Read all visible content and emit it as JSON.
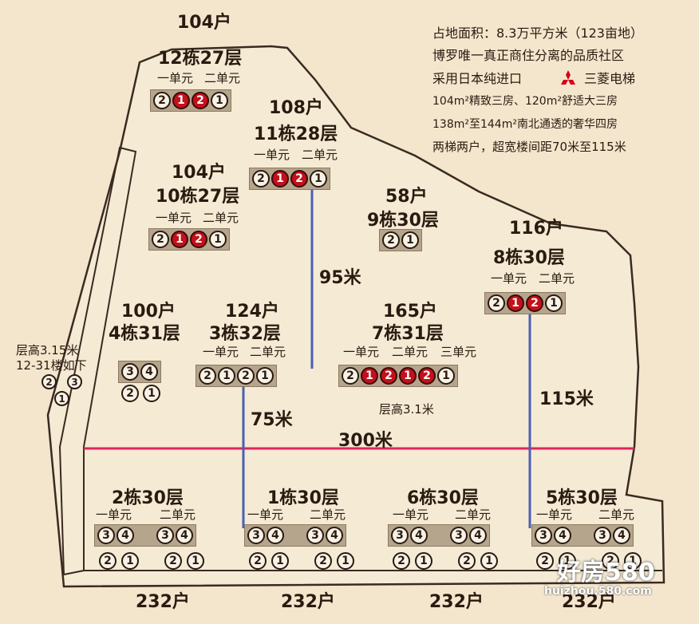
{
  "info": {
    "line1": "占地面积：8.3万平方米（123亩地）",
    "line2": "博罗唯一真正商住分离的品质社区",
    "line3a": "采用日本纯进口",
    "line3b": "三菱电梯",
    "line4": "104m²精致三房、120m²舒适大三房",
    "line5": "138m²至144m²南北通透的奢华四房",
    "line6": "两梯两户，超宽楼间距70米至115米"
  },
  "buildings": {
    "b12": {
      "count": "104户",
      "name": "12栋27层",
      "u1": "一单元",
      "u2": "二单元"
    },
    "b11": {
      "count": "108户",
      "name": "11栋28层",
      "u1": "一单元",
      "u2": "二单元"
    },
    "b10": {
      "count": "104户",
      "name": "10栋27层",
      "u1": "一单元",
      "u2": "二单元"
    },
    "b9": {
      "count": "58户",
      "name": "9栋30层"
    },
    "b8": {
      "count": "116户",
      "name": "8栋30层",
      "u1": "一单元",
      "u2": "二单元"
    },
    "b4": {
      "count": "100户",
      "name": "4栋31层"
    },
    "b3": {
      "count": "124户",
      "name": "3栋32层",
      "u1": "一单元",
      "u2": "二单元"
    },
    "b7": {
      "count": "165户",
      "name": "7栋31层",
      "u1": "一单元",
      "u2": "二单元",
      "u3": "三单元"
    },
    "b2": {
      "name": "2栋30层",
      "u1": "一单元",
      "u2": "二单元",
      "count": "232户"
    },
    "b1": {
      "name": "1栋30层",
      "u1": "一单元",
      "u2": "二单元",
      "count": "232户"
    },
    "b6": {
      "name": "6栋30层",
      "u1": "一单元",
      "u2": "二单元",
      "count": "232户"
    },
    "b5": {
      "name": "5栋30层",
      "u1": "一单元",
      "u2": "二单元",
      "count": "232户"
    }
  },
  "notes": {
    "floor_h1": "层高3.15米",
    "floor_h1_sub": "12-31楼如下",
    "floor_h2": "层高3.1米"
  },
  "distances": {
    "d95": "95米",
    "d75": "75米",
    "d115": "115米",
    "d300": "300米"
  },
  "unit_digits": {
    "one": "1",
    "two": "2",
    "three": "3",
    "four": "4"
  },
  "watermark": {
    "brand": "好房580",
    "url": "huizhou.580.com"
  },
  "colors": {
    "highlight": "#c4101a",
    "road": "#e0245e",
    "distance_line": "#4a5fb5",
    "background": "#f3e6cd"
  }
}
